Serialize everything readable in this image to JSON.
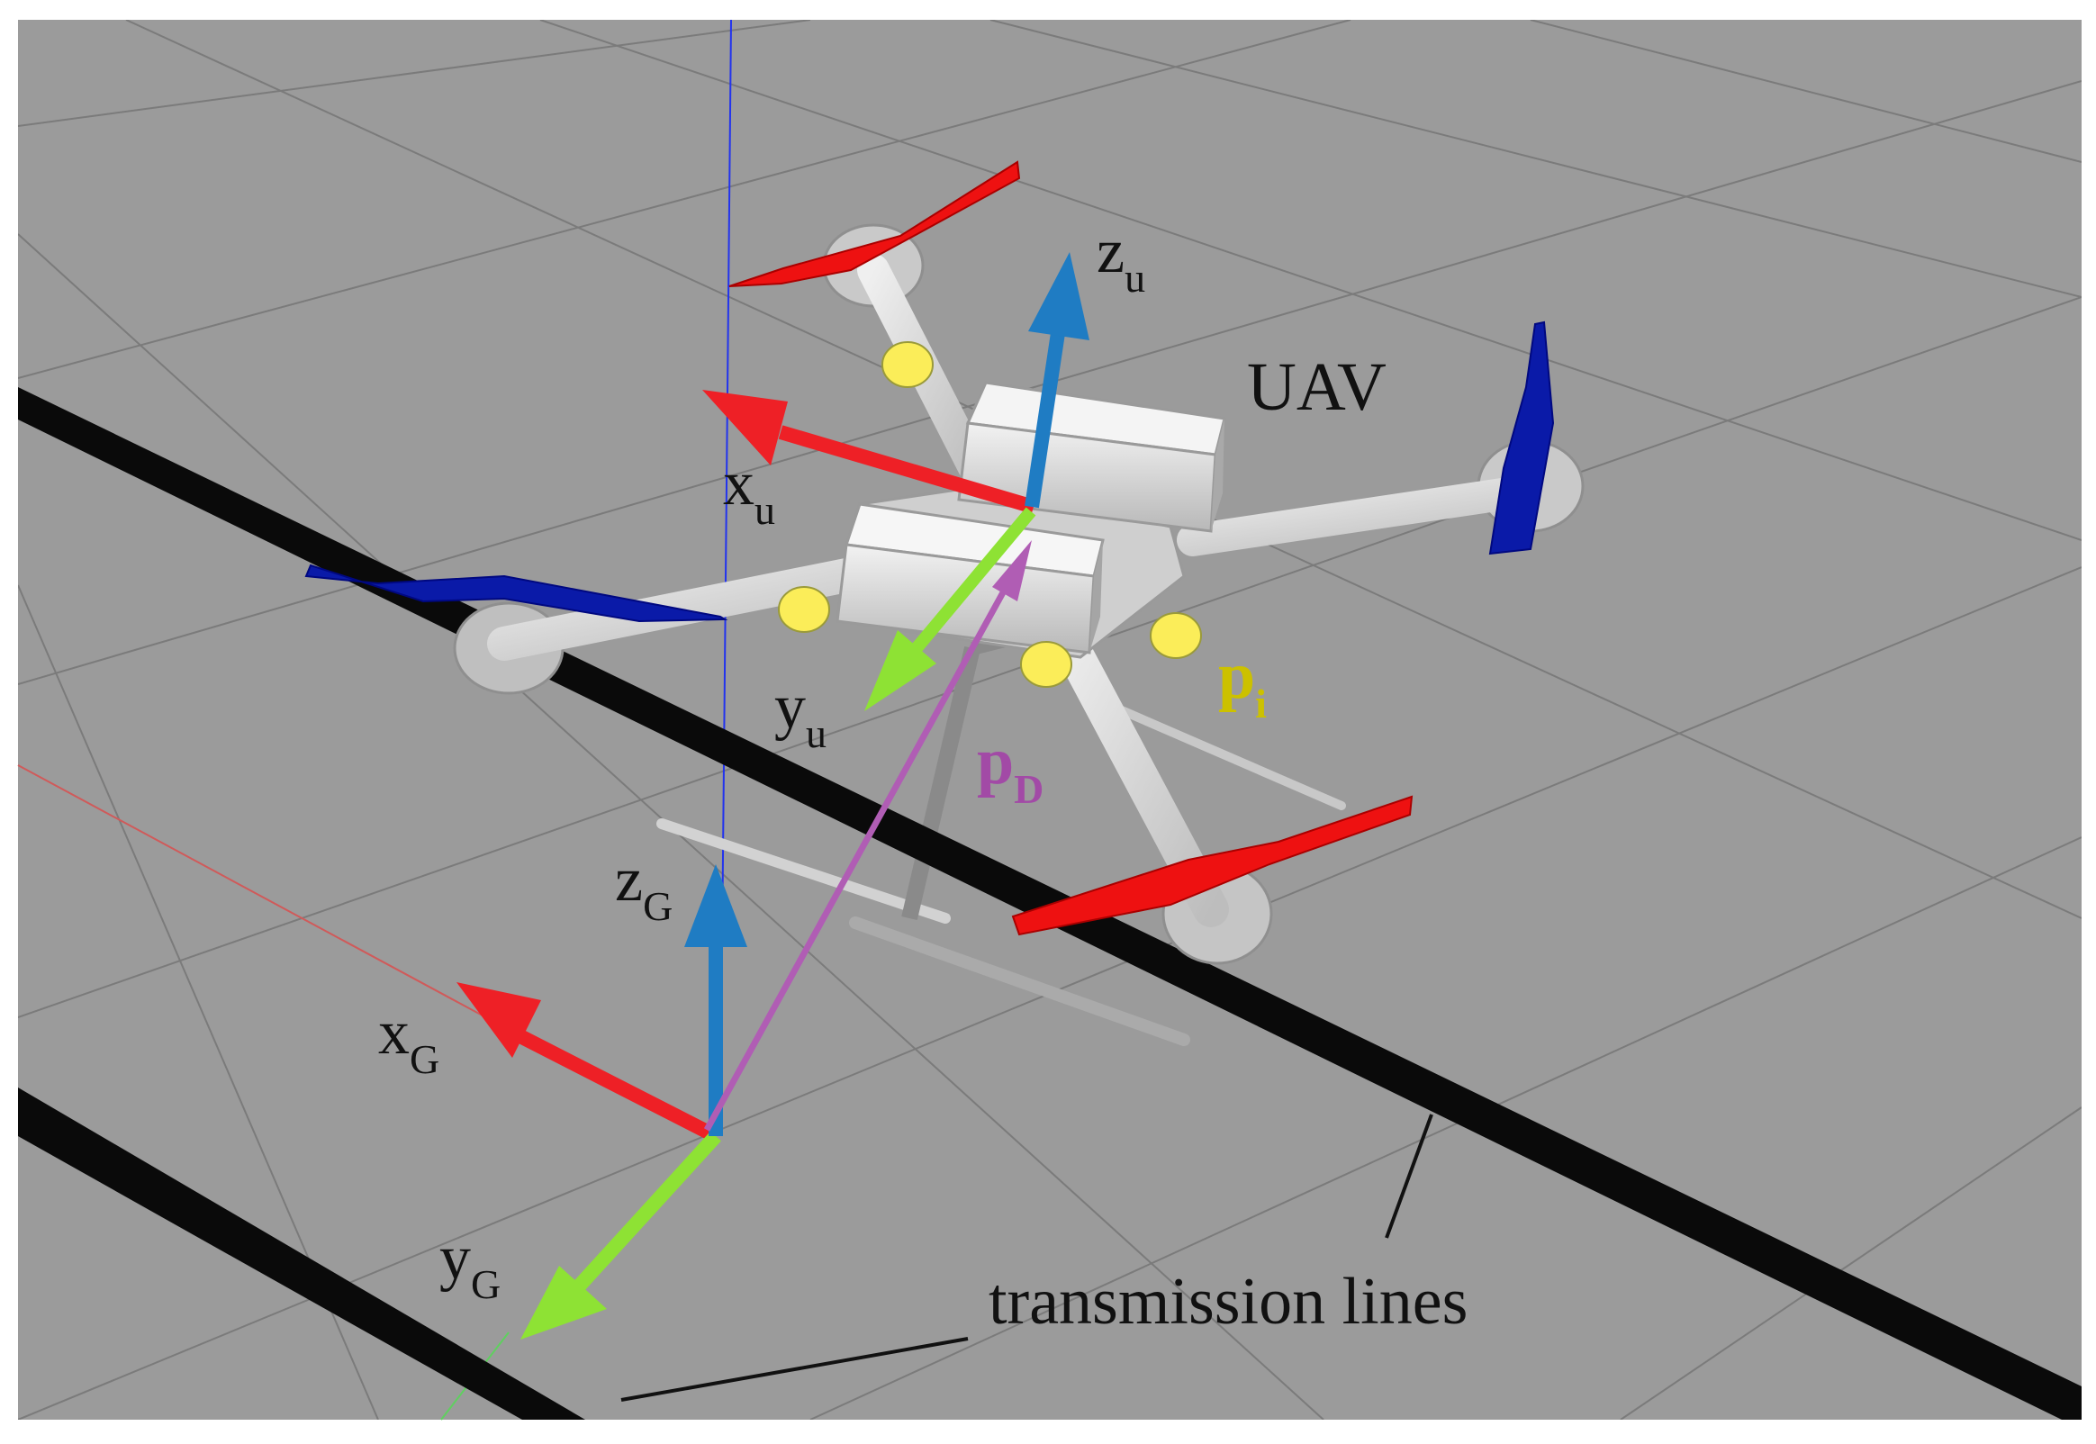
{
  "labels": {
    "uav": "UAV",
    "transmission_lines": "transmission lines",
    "x_u": {
      "base": "x",
      "sub": "u"
    },
    "y_u": {
      "base": "y",
      "sub": "u"
    },
    "z_u": {
      "base": "z",
      "sub": "u"
    },
    "x_G": {
      "base": "x",
      "sub": "G"
    },
    "y_G": {
      "base": "y",
      "sub": "G"
    },
    "z_G": {
      "base": "z",
      "sub": "G"
    },
    "p_i": {
      "base": "p",
      "sub": "i"
    },
    "p_D": {
      "base": "p",
      "sub": "D"
    }
  },
  "colors": {
    "ground": "#9b9b9b",
    "grid": "#7b7b7b",
    "axis_x": "#ee2026",
    "axis_y": "#8ee234",
    "axis_z": "#1f7cc3",
    "vector_pd": "#b05db4",
    "marker_pi": "#fbed59",
    "propeller_red": "#ee1111",
    "propeller_blue": "#0a1aa8",
    "uav_body": "#d8d8d8",
    "transmission_line": "#0a0a0a"
  },
  "icons": [
    "uav-model",
    "propeller-icon",
    "marker-point-icon",
    "axis-arrow-icon"
  ]
}
